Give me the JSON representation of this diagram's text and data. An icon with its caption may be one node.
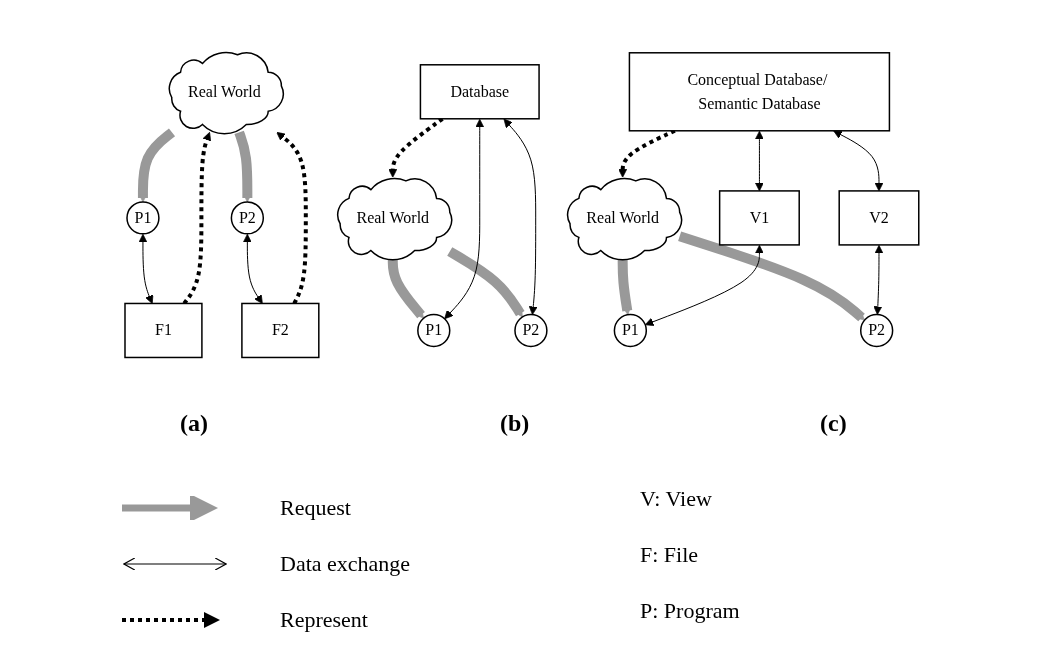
{
  "diagram": {
    "nodes": [
      {
        "text": [
          "Real World"
        ]
      },
      {
        "text": [
          "P1"
        ]
      },
      {
        "text": [
          "P2"
        ]
      },
      {
        "text": [
          "F1"
        ]
      },
      {
        "text": [
          "F2"
        ]
      },
      {
        "text": [
          "Real World"
        ]
      },
      {
        "text": [
          "Database"
        ]
      },
      {
        "text": [
          "P1"
        ]
      },
      {
        "text": [
          "P2"
        ]
      },
      {
        "text": [
          "Real World"
        ]
      },
      {
        "text": [
          "Conceptual Database/ Semantic Database"
        ]
      },
      {
        "text": [
          "V1"
        ]
      },
      {
        "text": [
          "V2"
        ]
      },
      {
        "text": [
          "P1"
        ]
      },
      {
        "text": [
          "P2"
        ]
      }
    ],
    "edges": [
      {
        "from": 0,
        "to": 1,
        "arrow": "to",
        "style": "thick",
        "color": "#999999"
      },
      {
        "from": 0,
        "to": 2,
        "arrow": "to",
        "style": "thick",
        "color": "#999999"
      },
      {
        "from": 3,
        "to": 0,
        "arrow": "to",
        "style": "dashed"
      },
      {
        "from": 4,
        "to": 0,
        "arrow": "to",
        "style": "dashed"
      },
      {
        "from": 1,
        "to": 3,
        "arrow": "both"
      },
      {
        "from": 2,
        "to": 4,
        "arrow": "both"
      },
      {
        "from": 5,
        "to": 7,
        "arrow": "to",
        "style": "thick",
        "color": "#999999"
      },
      {
        "from": 5,
        "to": 8,
        "arrow": "to",
        "style": "thick",
        "color": "#999999"
      },
      {
        "from": 6,
        "to": 5,
        "arrow": "to",
        "style": "dashed"
      },
      {
        "from": 6,
        "to": 7,
        "arrow": "both"
      },
      {
        "from": 6,
        "to": 8,
        "arrow": "both"
      },
      {
        "from": 9,
        "to": 13,
        "arrow": "to",
        "style": "thick",
        "color": "#999999"
      },
      {
        "from": 9,
        "to": 14,
        "arrow": "to",
        "style": "thick",
        "color": "#999999"
      },
      {
        "from": 10,
        "to": 9,
        "arrow": "to",
        "style": "dashed"
      },
      {
        "from": 10,
        "to": 11,
        "arrow": "both"
      },
      {
        "from": 10,
        "to": 12,
        "arrow": "both"
      },
      {
        "from": 11,
        "to": 13,
        "arrow": "both"
      },
      {
        "from": 12,
        "to": 14,
        "arrow": "both"
      }
    ],
    "labels": [
      "(a)",
      "(b)",
      "(c)",
      "V: View",
      "F: File",
      "P: Program"
    ],
    "legend": [
      {
        "text": "Request"
      },
      {
        "text": "Data exchange"
      },
      {
        "text": "Represent"
      }
    ]
  }
}
